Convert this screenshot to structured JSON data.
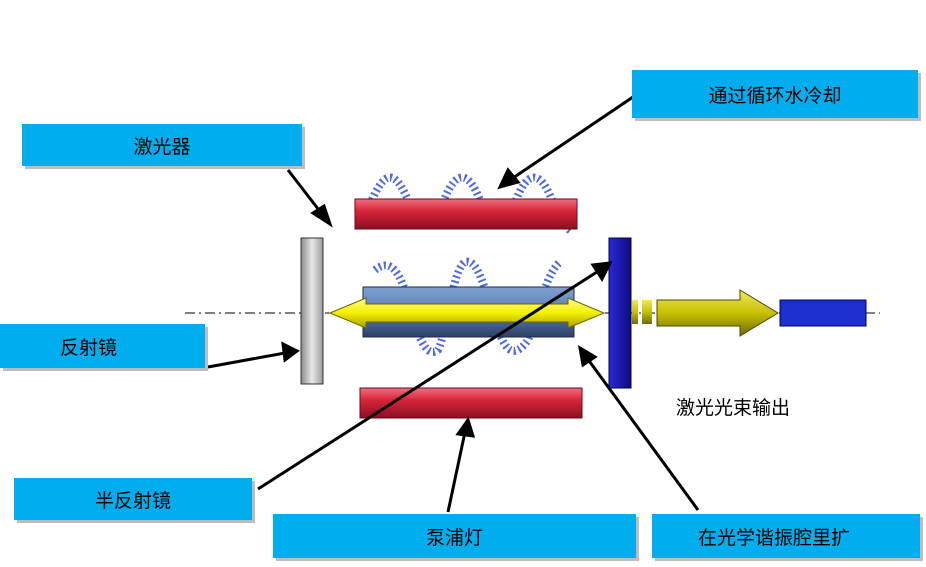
{
  "labels": {
    "laser": "激光器",
    "cooling": "通过循环水冷却",
    "reflector": "反射镜",
    "half_reflector": "半反射镜",
    "pump_lamp": "泵浦灯",
    "resonator": "在光学谐振腔里扩",
    "output": "激光光束输出"
  },
  "colors": {
    "label_bg": "#00aeef",
    "lamp": "#d8243a",
    "rod": "#5a7fb5",
    "beam": "#f4f000",
    "output_mirror": "#1a1ab0",
    "output_block": "#1e2fd0",
    "wave": "#3a5bd8"
  }
}
